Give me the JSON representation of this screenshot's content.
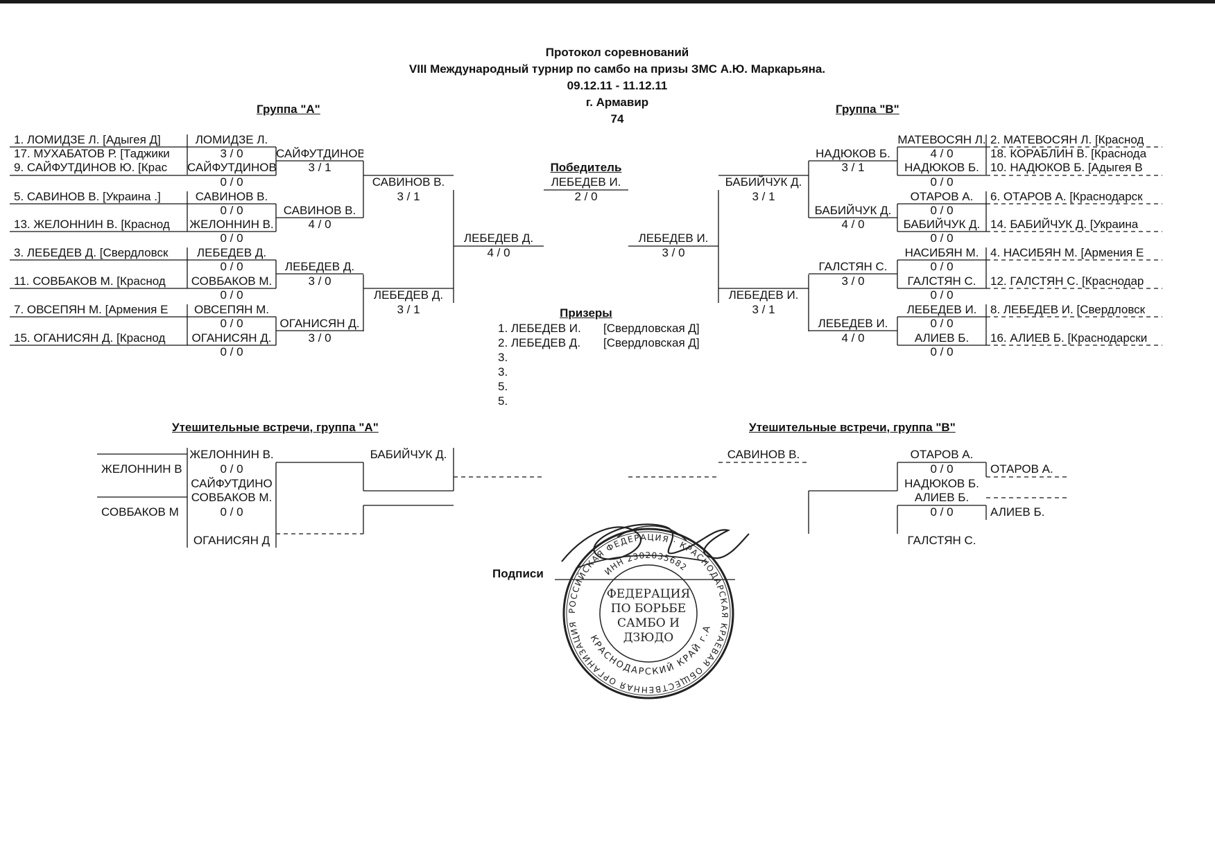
{
  "header": {
    "title": "Протокол соревнований",
    "tournament": "VIII Международный турнир по самбо на призы ЗМС А.Ю. Маркарьяна.",
    "dates": "09.12.11 - 11.12.11",
    "city": "г. Армавир",
    "weight": "74"
  },
  "group_a": {
    "title": "Группа \"А\"",
    "entrants": [
      "1. ЛОМИДЗЕ Л.  [Адыгея  Д]",
      "17. МУХАБАТОВ Р.  [Таджики",
      "9. САЙФУТДИНОВ Ю.  [Крас",
      "5. САВИНОВ В.  [Украина  .]",
      "13. ЖЕЛОННИН В.  [Краснод",
      "3. ЛЕБЕДЕВ Д.  [Свердловск",
      "11. СОВБАКОВ М.  [Краснод",
      "7. ОВСЕПЯН М.  [Армения  Е",
      "15. ОГАНИСЯН Д.  [Краснод"
    ],
    "r1": [
      {
        "name": "ЛОМИДЗЕ Л.",
        "score": "3  /  0"
      },
      {
        "name": "САЙФУТДИНОВ",
        "score": "0  /  0"
      },
      {
        "name": "САВИНОВ В.",
        "score": "0  /  0"
      },
      {
        "name": "ЖЕЛОННИН В.",
        "score": "0  /  0"
      },
      {
        "name": "ЛЕБЕДЕВ Д.",
        "score": "0  /  0"
      },
      {
        "name": "СОВБАКОВ М.",
        "score": "0  /  0"
      },
      {
        "name": "ОВСЕПЯН М.",
        "score": "0  /  0"
      },
      {
        "name": "ОГАНИСЯН Д.",
        "score": "0  /  0"
      }
    ],
    "r2": [
      {
        "name": "САЙФУТДИНОВ",
        "score": "3  /  1"
      },
      {
        "name": "САВИНОВ В.",
        "score": "4  /  0"
      },
      {
        "name": "ЛЕБЕДЕВ Д.",
        "score": "3  /  0"
      },
      {
        "name": "ОГАНИСЯН Д.",
        "score": "3  /  0"
      }
    ],
    "r3": [
      {
        "name": "САВИНОВ В.",
        "score": "3  /  1"
      },
      {
        "name": "ЛЕБЕДЕВ Д.",
        "score": "3  /  1"
      }
    ],
    "final": {
      "name": "ЛЕБЕДЕВ Д.",
      "score": "4  /  0"
    }
  },
  "group_b": {
    "title": "Группа \"В\"",
    "entrants": [
      "2. МАТЕВОСЯН Л.  [Краснод",
      "18. КОРАБЛИН В.  [Краснода",
      "10. НАДЮКОВ Б.  [Адыгея  В",
      "6. ОТАРОВ А.  [Краснодарск",
      "14. БАБИЙЧУК Д.  [Украина",
      "4. НАСИБЯН М.  [Армения  Е",
      "12. ГАЛСТЯН С.  [Краснодар",
      "8. ЛЕБЕДЕВ И.  [Свердловск",
      "16. АЛИЕВ Б.  [Краснодарски"
    ],
    "r1": [
      {
        "name": "МАТЕВОСЯН Л.",
        "score": "4  /  0"
      },
      {
        "name": "НАДЮКОВ Б.",
        "score": "0  /  0"
      },
      {
        "name": "ОТАРОВ А.",
        "score": "0  /  0"
      },
      {
        "name": "БАБИЙЧУК Д.",
        "score": "0  /  0"
      },
      {
        "name": "НАСИБЯН М.",
        "score": "0  /  0"
      },
      {
        "name": "ГАЛСТЯН С.",
        "score": "0  /  0"
      },
      {
        "name": "ЛЕБЕДЕВ И.",
        "score": "0  /  0"
      },
      {
        "name": "АЛИЕВ Б.",
        "score": "0  /  0"
      }
    ],
    "r2": [
      {
        "name": "НАДЮКОВ Б.",
        "score": "3  /  1"
      },
      {
        "name": "БАБИЙЧУК Д.",
        "score": "4  /  0"
      },
      {
        "name": "ГАЛСТЯН С.",
        "score": "3  /  0"
      },
      {
        "name": "ЛЕБЕДЕВ И.",
        "score": "4  /  0"
      }
    ],
    "r3": [
      {
        "name": "БАБИЙЧУК Д.",
        "score": "3  /  1"
      },
      {
        "name": "ЛЕБЕДЕВ И.",
        "score": "3  /  1"
      }
    ],
    "final": {
      "name": "ЛЕБЕДЕВ И.",
      "score": "3  /  0"
    }
  },
  "winner": {
    "label": "Победитель",
    "name": "ЛЕБЕДЕВ И.",
    "score": "2  /  0"
  },
  "prizes": {
    "label": "Призеры",
    "rows": [
      {
        "place": "1. ЛЕБЕДЕВ И.",
        "team": "[Свердловская  Д]"
      },
      {
        "place": "2. ЛЕБЕДЕВ Д.",
        "team": "[Свердловская  Д]"
      },
      {
        "place": "3.",
        "team": ""
      },
      {
        "place": "3.",
        "team": ""
      },
      {
        "place": "5.",
        "team": ""
      },
      {
        "place": "5.",
        "team": ""
      }
    ]
  },
  "consolation_a": {
    "title": "Утешительные встречи, группа \"А\"",
    "left1": "ЖЕЛОННИН В",
    "left2": "СОВБАКОВ М",
    "m1_top": "ЖЕЛОННИН В.",
    "m1_score": "0  /  0",
    "m1_bottom": "САЙФУТДИНО",
    "m2_top": "СОВБАКОВ М.",
    "m2_score": "0  /  0",
    "m2_bottom": "ОГАНИСЯН Д",
    "r2_name": "БАБИЙЧУК Д."
  },
  "consolation_b": {
    "title": "Утешительные встречи, группа \"В\"",
    "r2_name": "САВИНОВ В.",
    "m1_top": "ОТАРОВ А.",
    "m1_score": "0  /  0",
    "m1_bottom": "НАДЮКОВ Б.",
    "m2_top": "АЛИЕВ Б.",
    "m2_score": "0  /  0",
    "m2_bottom": "ГАЛСТЯН С.",
    "right1": "ОТАРОВ А.",
    "right2": "АЛИЕВ Б."
  },
  "signatures": {
    "label": "Подписи"
  },
  "stamp": {
    "outer_text": "РОССИЙСКАЯ ФЕДЕРАЦИЯ · КРАСНОДАРСКАЯ КРАЕВАЯ ОБЩЕСТВЕННАЯ ОРГАНИЗАЦИЯ",
    "inn": "ИНН 2302035682",
    "center": [
      "ФЕДЕРАЦИЯ",
      "ПО БОРЬБЕ",
      "САМБО И",
      "ДЗЮДО"
    ],
    "bottom": "КРАСНОДАРСКИЙ КРАЙ г.АРМАВИР"
  }
}
